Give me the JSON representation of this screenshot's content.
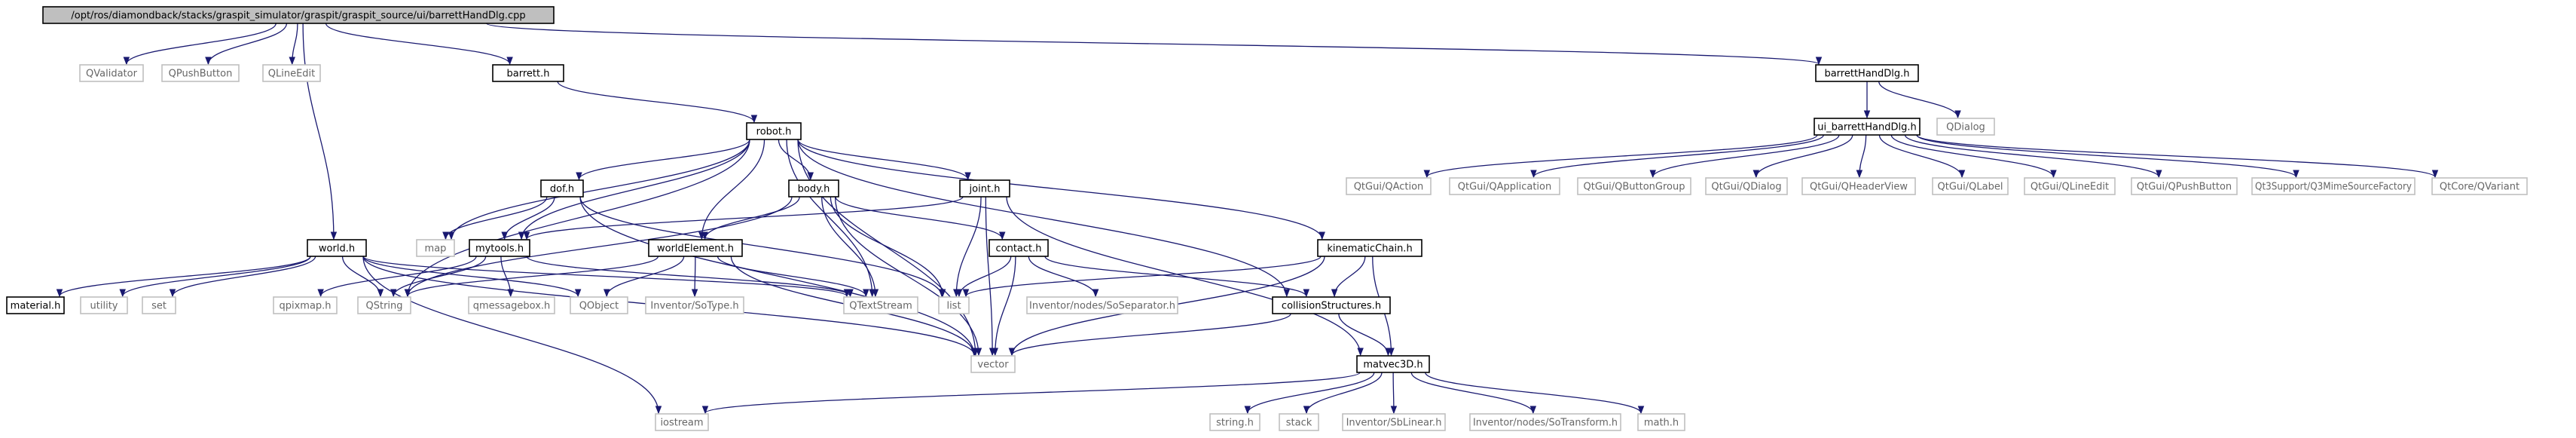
{
  "graph": {
    "colors": {
      "edge": "#191970",
      "root_fill": "#bfbfbf",
      "documented_border": "#000000",
      "external_border": "#bfbfbf",
      "documented_text": "#000000",
      "external_text": "#666666",
      "background": "#ffffff"
    },
    "nodes": [
      {
        "id": "root",
        "label": "/opt/ros/diamondback/stacks/graspit_simulator/graspit/graspit_source/ui/barrettHandDlg.cpp",
        "kind": "root"
      },
      {
        "id": "qvalidator",
        "label": "QValidator",
        "kind": "external"
      },
      {
        "id": "qpushbutton",
        "label": "QPushButton",
        "kind": "external"
      },
      {
        "id": "qlineedit",
        "label": "QLineEdit",
        "kind": "external"
      },
      {
        "id": "barrett",
        "label": "barrett.h",
        "kind": "documented"
      },
      {
        "id": "barrettdlg",
        "label": "barrettHandDlg.h",
        "kind": "documented"
      },
      {
        "id": "uidlg",
        "label": "ui_barrettHandDlg.h",
        "kind": "documented"
      },
      {
        "id": "qdialog",
        "label": "QDialog",
        "kind": "external"
      },
      {
        "id": "qtgui_qaction",
        "label": "QtGui/QAction",
        "kind": "external"
      },
      {
        "id": "qtgui_qapplication",
        "label": "QtGui/QApplication",
        "kind": "external"
      },
      {
        "id": "qtgui_qbuttongroup",
        "label": "QtGui/QButtonGroup",
        "kind": "external"
      },
      {
        "id": "qtgui_qdialog",
        "label": "QtGui/QDialog",
        "kind": "external"
      },
      {
        "id": "qtgui_qheaderview",
        "label": "QtGui/QHeaderView",
        "kind": "external"
      },
      {
        "id": "qtgui_qlabel",
        "label": "QtGui/QLabel",
        "kind": "external"
      },
      {
        "id": "qtgui_qlineedit",
        "label": "QtGui/QLineEdit",
        "kind": "external"
      },
      {
        "id": "qtgui_qpushbutton",
        "label": "QtGui/QPushButton",
        "kind": "external"
      },
      {
        "id": "qt3support",
        "label": "Qt3Support/Q3MimeSourceFactory",
        "kind": "external"
      },
      {
        "id": "qtcore_qvariant",
        "label": "QtCore/QVariant",
        "kind": "external"
      },
      {
        "id": "robot",
        "label": "robot.h",
        "kind": "documented"
      },
      {
        "id": "world",
        "label": "world.h",
        "kind": "documented"
      },
      {
        "id": "dof",
        "label": "dof.h",
        "kind": "documented"
      },
      {
        "id": "body",
        "label": "body.h",
        "kind": "documented"
      },
      {
        "id": "joint",
        "label": "joint.h",
        "kind": "documented"
      },
      {
        "id": "kinematic",
        "label": "kinematicChain.h",
        "kind": "documented"
      },
      {
        "id": "mytools",
        "label": "mytools.h",
        "kind": "documented"
      },
      {
        "id": "worldelement",
        "label": "worldElement.h",
        "kind": "documented"
      },
      {
        "id": "contact",
        "label": "contact.h",
        "kind": "documented"
      },
      {
        "id": "collision",
        "label": "collisionStructures.h",
        "kind": "documented"
      },
      {
        "id": "matvec",
        "label": "matvec3D.h",
        "kind": "documented"
      },
      {
        "id": "map",
        "label": "map",
        "kind": "external"
      },
      {
        "id": "material",
        "label": "material.h",
        "kind": "documented"
      },
      {
        "id": "utility",
        "label": "utility",
        "kind": "external"
      },
      {
        "id": "set",
        "label": "set",
        "kind": "external"
      },
      {
        "id": "qpixmap",
        "label": "qpixmap.h",
        "kind": "external"
      },
      {
        "id": "qstring",
        "label": "QString",
        "kind": "external"
      },
      {
        "id": "qmessagebox",
        "label": "qmessagebox.h",
        "kind": "external"
      },
      {
        "id": "qobject",
        "label": "QObject",
        "kind": "external"
      },
      {
        "id": "sotype",
        "label": "Inventor/SoType.h",
        "kind": "external"
      },
      {
        "id": "qtextstream",
        "label": "QTextStream",
        "kind": "external"
      },
      {
        "id": "list",
        "label": "list",
        "kind": "external"
      },
      {
        "id": "soseparator",
        "label": "Inventor/nodes/SoSeparator.h",
        "kind": "external"
      },
      {
        "id": "vector",
        "label": "vector",
        "kind": "external"
      },
      {
        "id": "iostream",
        "label": "iostream",
        "kind": "external"
      },
      {
        "id": "string",
        "label": "string.h",
        "kind": "external"
      },
      {
        "id": "stack",
        "label": "stack",
        "kind": "external"
      },
      {
        "id": "sblinear",
        "label": "Inventor/SbLinear.h",
        "kind": "external"
      },
      {
        "id": "sotransform",
        "label": "Inventor/nodes/SoTransform.h",
        "kind": "external"
      },
      {
        "id": "math",
        "label": "math.h",
        "kind": "external"
      }
    ],
    "edges": [
      [
        "root",
        "qvalidator"
      ],
      [
        "root",
        "qpushbutton"
      ],
      [
        "root",
        "qlineedit"
      ],
      [
        "root",
        "barrett"
      ],
      [
        "root",
        "barrettdlg"
      ],
      [
        "root",
        "world"
      ],
      [
        "barrett",
        "robot"
      ],
      [
        "barrettdlg",
        "uidlg"
      ],
      [
        "barrettdlg",
        "qdialog"
      ],
      [
        "uidlg",
        "qtgui_qaction"
      ],
      [
        "uidlg",
        "qtgui_qapplication"
      ],
      [
        "uidlg",
        "qtgui_qbuttongroup"
      ],
      [
        "uidlg",
        "qtgui_qdialog"
      ],
      [
        "uidlg",
        "qtgui_qheaderview"
      ],
      [
        "uidlg",
        "qtgui_qlabel"
      ],
      [
        "uidlg",
        "qtgui_qlineedit"
      ],
      [
        "uidlg",
        "qtgui_qpushbutton"
      ],
      [
        "uidlg",
        "qt3support"
      ],
      [
        "uidlg",
        "qtcore_qvariant"
      ],
      [
        "robot",
        "dof"
      ],
      [
        "robot",
        "body"
      ],
      [
        "robot",
        "joint"
      ],
      [
        "robot",
        "kinematic"
      ],
      [
        "robot",
        "map"
      ],
      [
        "robot",
        "qstring"
      ],
      [
        "robot",
        "mytools"
      ],
      [
        "robot",
        "worldelement"
      ],
      [
        "robot",
        "qtextstream"
      ],
      [
        "robot",
        "vector"
      ],
      [
        "robot",
        "collision"
      ],
      [
        "dof",
        "map"
      ],
      [
        "dof",
        "mytools"
      ],
      [
        "dof",
        "list"
      ],
      [
        "dof",
        "vector"
      ],
      [
        "body",
        "worldelement"
      ],
      [
        "body",
        "contact"
      ],
      [
        "body",
        "qtextstream"
      ],
      [
        "body",
        "list"
      ],
      [
        "body",
        "vector"
      ],
      [
        "body",
        "qstring"
      ],
      [
        "joint",
        "list"
      ],
      [
        "joint",
        "vector"
      ],
      [
        "joint",
        "matvec"
      ],
      [
        "joint",
        "mytools"
      ],
      [
        "kinematic",
        "collision"
      ],
      [
        "kinematic",
        "matvec"
      ],
      [
        "kinematic",
        "vector"
      ],
      [
        "kinematic",
        "list"
      ],
      [
        "world",
        "material"
      ],
      [
        "world",
        "utility"
      ],
      [
        "world",
        "set"
      ],
      [
        "world",
        "qstring"
      ],
      [
        "world",
        "qobject"
      ],
      [
        "world",
        "qtextstream"
      ],
      [
        "world",
        "vector"
      ],
      [
        "world",
        "iostream"
      ],
      [
        "mytools",
        "qpixmap"
      ],
      [
        "mytools",
        "qstring"
      ],
      [
        "mytools",
        "qmessagebox"
      ],
      [
        "mytools",
        "qtextstream"
      ],
      [
        "worldelement",
        "qobject"
      ],
      [
        "worldelement",
        "sotype"
      ],
      [
        "worldelement",
        "qtextstream"
      ],
      [
        "worldelement",
        "vector"
      ],
      [
        "worldelement",
        "qstring"
      ],
      [
        "contact",
        "list"
      ],
      [
        "contact",
        "vector"
      ],
      [
        "contact",
        "soseparator"
      ],
      [
        "contact",
        "collision"
      ],
      [
        "collision",
        "vector"
      ],
      [
        "collision",
        "matvec"
      ],
      [
        "matvec",
        "iostream"
      ],
      [
        "matvec",
        "string"
      ],
      [
        "matvec",
        "stack"
      ],
      [
        "matvec",
        "sblinear"
      ],
      [
        "matvec",
        "sotransform"
      ],
      [
        "matvec",
        "math"
      ]
    ]
  }
}
